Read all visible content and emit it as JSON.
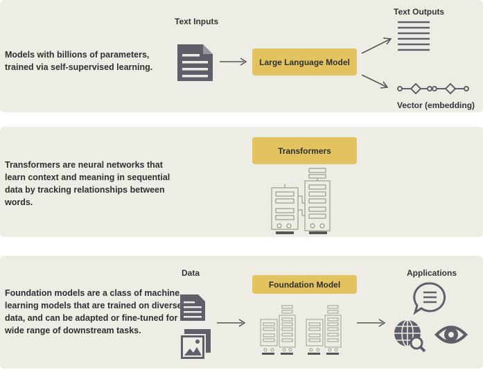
{
  "panel1": {
    "description": "Models with billions of parameters,\ntrained via self-supervised learning.",
    "input_label": "Text Inputs",
    "model_label": "Large Language Model",
    "output_text_label": "Text Outputs",
    "output_vector_label": "Vector (embedding)"
  },
  "panel2": {
    "description": "Transformers are neural networks that\nlearn context and meaning in sequential\ndata by tracking relationships between\nwords.",
    "model_label": "Transformers"
  },
  "panel3": {
    "description": "Foundation models are a class of machine\nlearning models that are trained on diverse\ndata, and can be adapted or fine-tuned for a\nwide range of downstream tasks.",
    "input_label": "Data",
    "model_label": "Foundation Model",
    "output_label": "Applications"
  },
  "colors": {
    "panel": "#edede5",
    "accent": "#e3c35f",
    "icon": "#5f5f69"
  }
}
